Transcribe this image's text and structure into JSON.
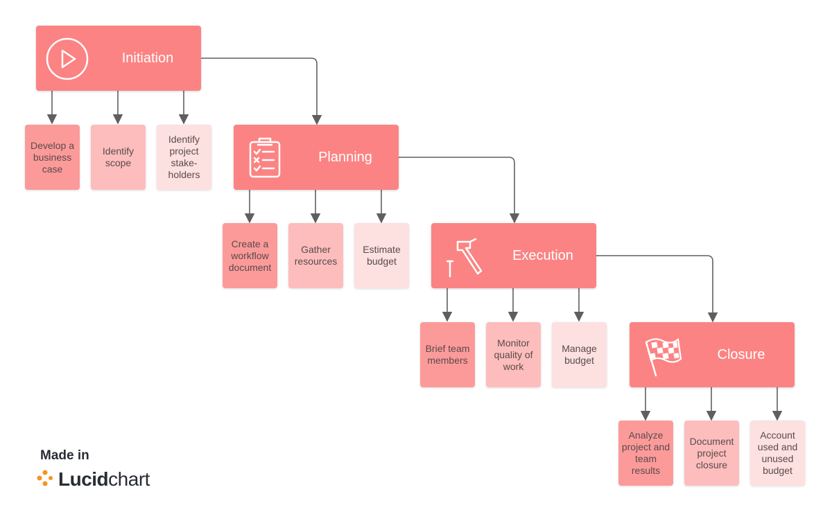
{
  "colors": {
    "phase": "#fc8383",
    "task_dark": "#fc9a9a",
    "task_mid": "#fdbdbd",
    "task_light": "#fde0e0",
    "connector": "#5f5f5f",
    "logo_accent": "#f7941d",
    "logo_text": "#282c33"
  },
  "phases": [
    {
      "label": "Initiation",
      "icon": "play-circle-icon",
      "tasks": [
        {
          "label": "Develop a business case"
        },
        {
          "label": "Identify scope"
        },
        {
          "label": "Identify project stake-holders"
        }
      ]
    },
    {
      "label": "Planning",
      "icon": "clipboard-checklist-icon",
      "tasks": [
        {
          "label": "Create a workflow document"
        },
        {
          "label": "Gather resources"
        },
        {
          "label": "Estimate budget"
        }
      ]
    },
    {
      "label": "Execution",
      "icon": "hammer-nail-icon",
      "tasks": [
        {
          "label": "Brief team members"
        },
        {
          "label": "Monitor quality of work"
        },
        {
          "label": "Manage budget"
        }
      ]
    },
    {
      "label": "Closure",
      "icon": "checkered-flag-icon",
      "tasks": [
        {
          "label": "Analyze project and team results"
        },
        {
          "label": "Document project closure"
        },
        {
          "label": "Account used and unused budget"
        }
      ]
    }
  ],
  "watermark": {
    "made_in": "Made in",
    "brand_bold": "Lucid",
    "brand_light": "chart"
  }
}
